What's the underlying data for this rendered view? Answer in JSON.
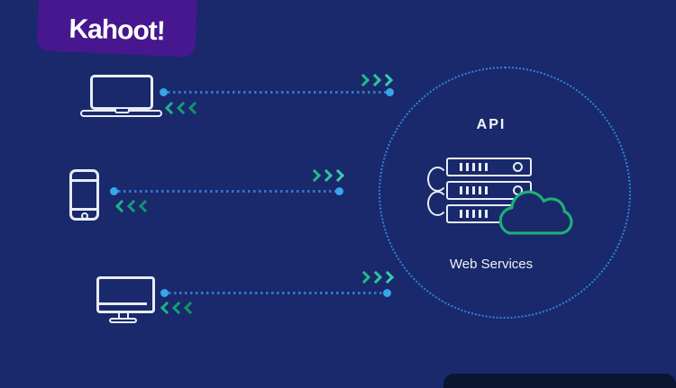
{
  "logo": {
    "text": "Kahoot!",
    "background_color": "#46178F"
  },
  "cluster": {
    "api_label": "API",
    "services_label": "Web Services"
  },
  "devices": [
    {
      "icon": "laptop-icon"
    },
    {
      "icon": "smartphone-icon"
    },
    {
      "icon": "monitor-icon"
    }
  ],
  "connections": {
    "request_arrow_icon": "chevrons-right-icon",
    "response_arrow_icon": "chevrons-left-icon",
    "line_style": "dotted"
  },
  "colors": {
    "background": "#19296B",
    "logo_purple": "#46178F",
    "icon_stroke": "#E8ECF4",
    "dotted_line_blue": "#2F79CE",
    "endpoint_dot_cyan": "#38A6EA",
    "circle_outline_blue": "#2F82D9",
    "chevron_teal": "#2CC5A0",
    "chevron_green": "#189B79",
    "cloud_green": "#1CB176",
    "footer_bar_navy": "#0B152F"
  }
}
